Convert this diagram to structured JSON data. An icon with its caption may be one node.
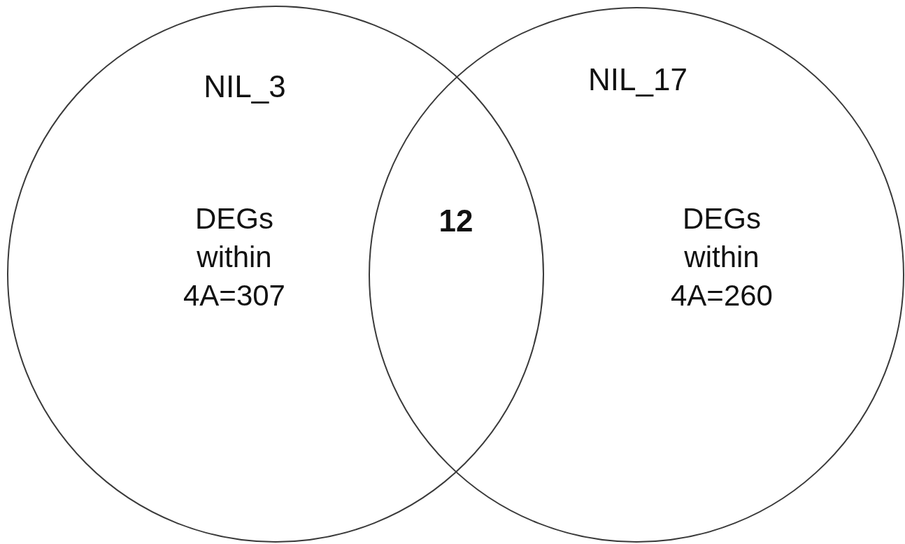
{
  "diagram": {
    "nodes": [
      {
        "text": [
          "NIL_3",
          "DEGs within 4A=307"
        ]
      },
      {
        "text": [
          "NIL_17",
          "DEGs within 4A=260"
        ]
      }
    ],
    "labels": [
      "12"
    ]
  }
}
